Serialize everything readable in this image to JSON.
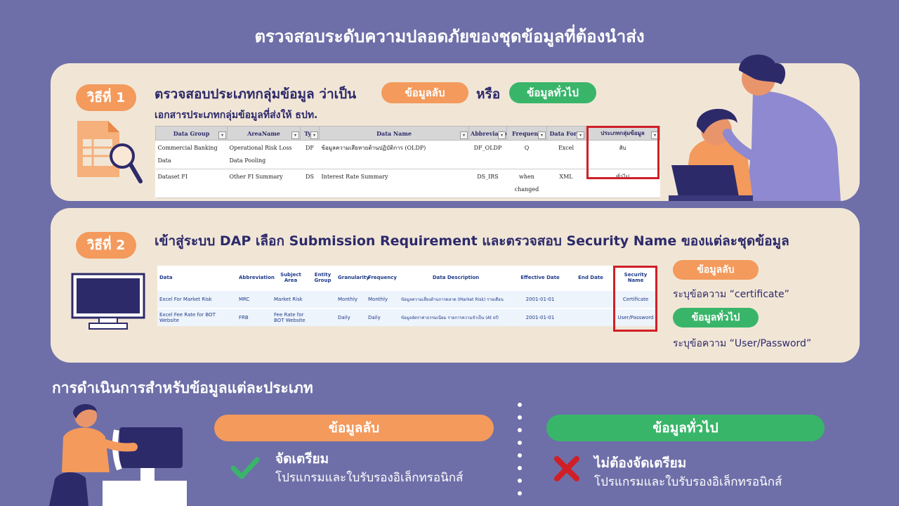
{
  "title": "ตรวจสอบระดับความปลอดภัยของชุดข้อมูลที่ต้องนำส่ง",
  "method1": {
    "step": "วิธีที่ 1",
    "heading": "ตรวจสอบประเภทกลุ่มข้อมูล ว่าเป็น",
    "secret_pill": "ข้อมูลลับ",
    "or": "หรือ",
    "general_pill": "ข้อมูลทั่วไป",
    "subheading": "เอกสารประเภทกลุ่มข้อมูลที่ส่งให้ ธปท.",
    "table": {
      "headers": [
        "Data Group",
        "AreaName",
        "Typ",
        "Data Name",
        "Abbreviatio",
        "Frequenc",
        "Data Form",
        "ประเภทกลุ่มข้อมูล"
      ],
      "rows": [
        [
          "Commercial Banking Data",
          "Operational Risk Loss Data Pooling",
          "DF",
          "ข้อมูลความเสียหายด้านปฏิบัติการ (OLDP)",
          "DF_OLDP",
          "Q",
          "Excel",
          "ลับ"
        ],
        [
          "Dataset FI",
          "Other FI Summary",
          "DS",
          "Interest Rate Summary",
          "DS_IRS",
          "when changed",
          "XML",
          "ทั่วไป"
        ]
      ]
    }
  },
  "method2": {
    "step": "วิธีที่ 2",
    "heading": "เข้าสู่ระบบ DAP เลือก Submission Requirement และตรวจสอบ Security Name ของแต่ละชุดข้อมูล",
    "table": {
      "headers": [
        "Data",
        "Abbreviation",
        "Subject Area",
        "Entity Group",
        "Granularity",
        "Frequency",
        "Data Description",
        "Effective Date",
        "End Date",
        "Security Name"
      ],
      "rows": [
        [
          "Excel For Market Risk",
          "MRC",
          "Market Risk",
          "",
          "Monthly",
          "Monthly",
          "ข้อมูลความเสี่ยงด้านการตลาด (Market Risk) รายเดือน",
          "2001-01-01",
          "",
          "Certificate"
        ],
        [
          "Excel Fee Rate for BOT Website",
          "FRB",
          "Fee Rate for BOT Website",
          "",
          "Daily",
          "Daily",
          "ข้อมูลอัตราค่าธรรมเนียม รายการความจำเป็น (At of)",
          "2001-01-01",
          "",
          "User/Password"
        ]
      ]
    },
    "secret_pill": "ข้อมูลลับ",
    "secret_note": "ระบุข้อความ “certificate”",
    "general_pill": "ข้อมูลทั่วไป",
    "general_note": "ระบุข้อความ “User/Password”"
  },
  "actions": {
    "heading": "การดำเนินการสำหรับข้อมูลแต่ละประเภท",
    "secret": {
      "band": "ข้อมูลลับ",
      "main": "จัดเตรียม",
      "sub": "โปรแกรมและใบรับรองอิเล็กทรอนิกส์"
    },
    "general": {
      "band": "ข้อมูลทั่วไป",
      "main": "ไม่ต้องจัดเตรียม",
      "sub": "โปรแกรมและใบรับรองอิเล็กทรอนิกส์"
    }
  },
  "icons": [
    "spreadsheet-magnifier-icon",
    "monitor-icon",
    "check-icon",
    "cross-icon",
    "person-at-desk-illustration",
    "people-laptop-illustration"
  ],
  "colors": {
    "background": "#6e6fa8",
    "card": "#f1e6d6",
    "secret": "#f39a5c",
    "general": "#39b56a",
    "highlight": "#d01f26",
    "text": "#2d2a6a"
  }
}
